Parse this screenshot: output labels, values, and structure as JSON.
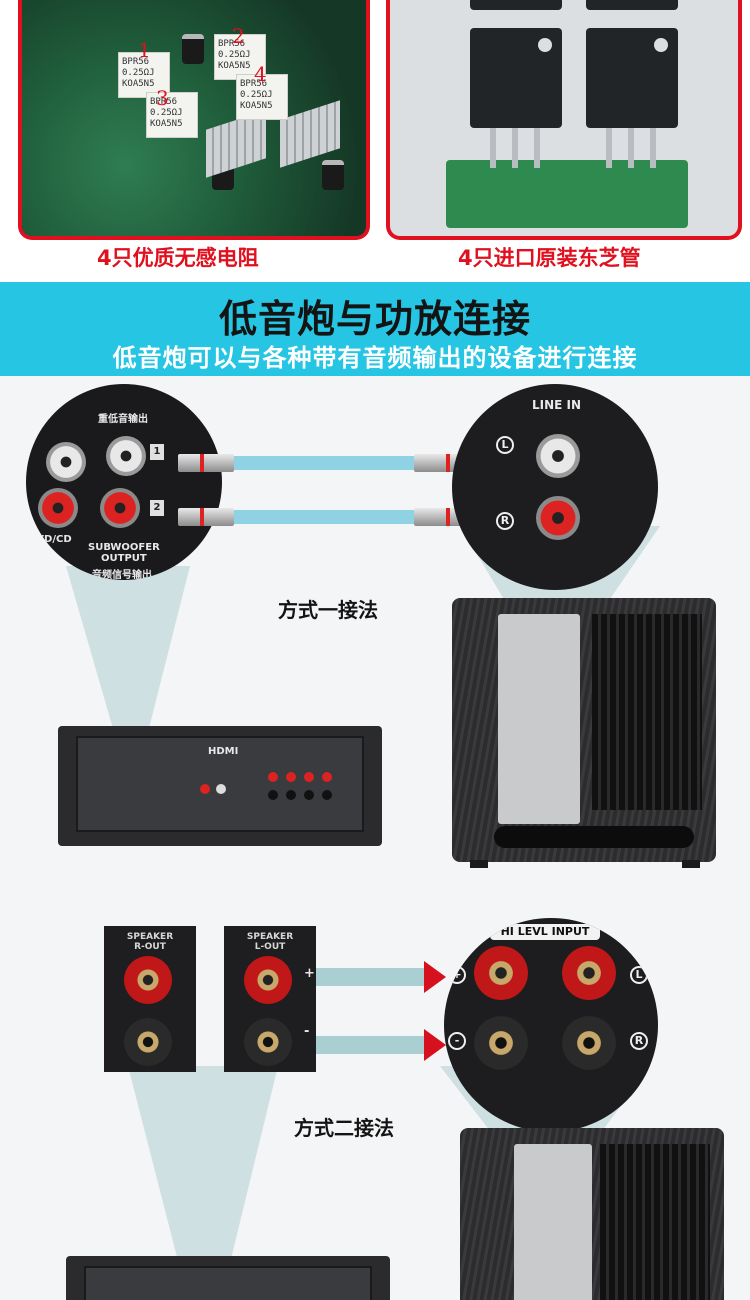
{
  "top_photos": {
    "left": {
      "caption": "4只优质无感电阻",
      "resistor_numbers": [
        "1",
        "2",
        "3",
        "4"
      ],
      "resistor_text": [
        "BPR56",
        "0.25ΩJ",
        "KOA5N5"
      ]
    },
    "right": {
      "caption": "4只进口原装东芝管"
    }
  },
  "banner": {
    "title": "低音炮与功放连接",
    "subtitle": "低音炮可以与各种带有音频输出的设备进行连接"
  },
  "method_one": {
    "label": "方式一接法",
    "amp_panel": {
      "top_label": "重低音输出",
      "port_numbers": [
        "1",
        "2"
      ],
      "side_label": "DVD/CD",
      "output_label": "SUBWOOFER\nOUTPUT",
      "bottom_label": "音频信号输出"
    },
    "sub_panel": {
      "title": "LINE IN",
      "left_badge": "L",
      "right_badge": "R"
    },
    "amp_badge": "HDMI"
  },
  "method_two": {
    "label": "方式二接法",
    "amp_terminals": {
      "right_label": "SPEAKER\nR-OUT",
      "left_label": "SPEAKER\nL-OUT",
      "plus": "+",
      "minus": "-"
    },
    "sub_panel": {
      "title": "HI LEVL INPUT",
      "plus_badge": "+",
      "minus_badge": "-",
      "left_badge": "L",
      "right_badge": "R"
    }
  },
  "colors": {
    "accent_red": "#e0101e",
    "banner_cyan": "#25c5e3",
    "cable_blue": "#8fd2e4"
  }
}
